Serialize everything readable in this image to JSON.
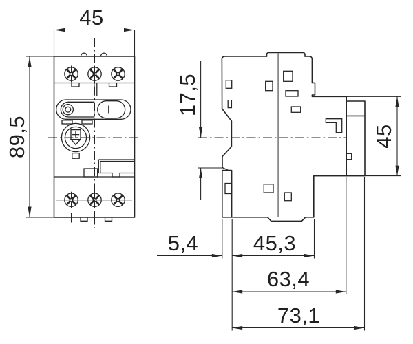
{
  "dimensions": {
    "front_width_mm": "45",
    "front_height_mm": "89,5",
    "center_to_clip_mm": "17,5",
    "front_face_height_mm": "45",
    "clip_depth_mm": "5,4",
    "body_depth_mm": "45,3",
    "depth_to_step_mm": "63,4",
    "total_depth_mm": "73,1"
  },
  "colors": {
    "line": "#262626",
    "housing_split_line": "#8a8a8a",
    "background": "#ffffff"
  }
}
